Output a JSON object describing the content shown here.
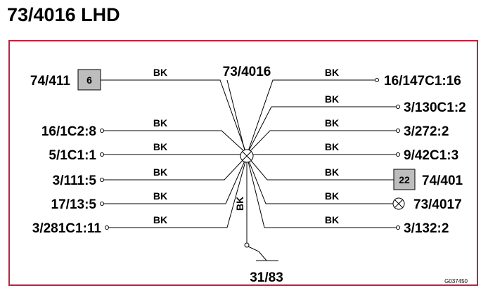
{
  "title": "73/4016 LHD",
  "center_label": "73/4016",
  "ground_label": "31/83",
  "ground_wire_color": "BK",
  "wire_color": "BK",
  "ref_code": "G037450",
  "colors": {
    "frame": "#c4203d",
    "box_fill": "#bdbdbd",
    "line": "#000000"
  },
  "left_connections": [
    {
      "label": "74/411",
      "terminal": "box",
      "box_text": "6"
    },
    {
      "label": "16/1C2:8",
      "terminal": "circle"
    },
    {
      "label": "5/1C1:1",
      "terminal": "circle"
    },
    {
      "label": "3/111:5",
      "terminal": "circle"
    },
    {
      "label": "17/13:5",
      "terminal": "circle"
    },
    {
      "label": "3/281C1:11",
      "terminal": "circle"
    }
  ],
  "right_connections": [
    {
      "label": "16/147C1:16",
      "terminal": "circle"
    },
    {
      "label": "3/130C1:2",
      "terminal": "circle"
    },
    {
      "label": "3/272:2",
      "terminal": "circle"
    },
    {
      "label": "9/42C1:3",
      "terminal": "circle"
    },
    {
      "label": "74/401",
      "terminal": "box",
      "box_text": "22"
    },
    {
      "label": "73/4017",
      "terminal": "lamp"
    },
    {
      "label": "3/132:2",
      "terminal": "circle"
    }
  ]
}
